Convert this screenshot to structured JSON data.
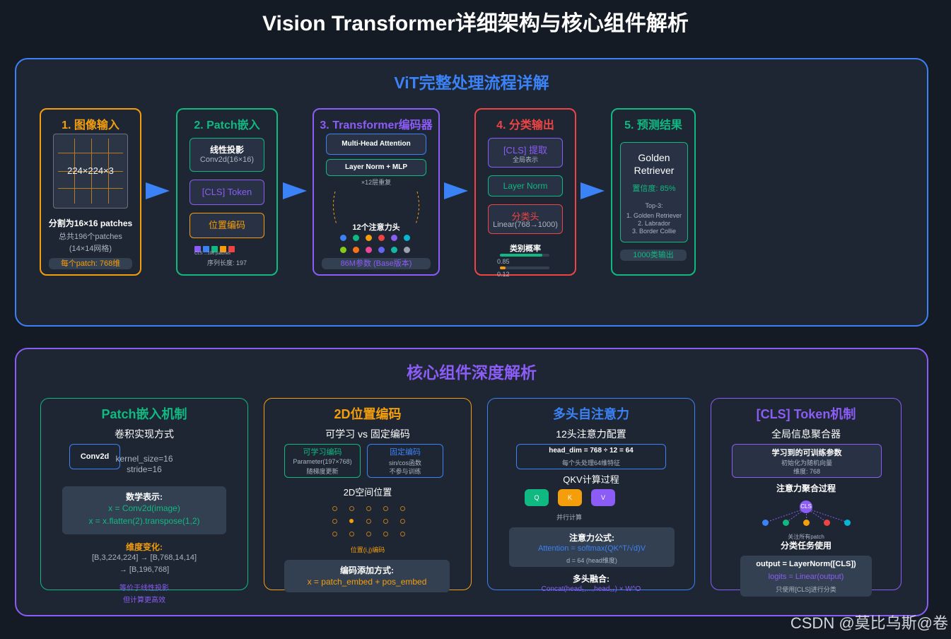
{
  "title": "Vision Transformer详细架构与核心组件解析",
  "watermark": "CSDN @莫比乌斯@卷",
  "pipeline": {
    "title": "ViT完整处理流程详解",
    "step1": {
      "title": "1. 图像输入",
      "image_label": "224×224×3",
      "split": "分割为16×16 patches",
      "total": "总共196个patches",
      "grid": "(14×14网格)",
      "footer": "每个patch: 768维"
    },
    "step2": {
      "title": "2. Patch嵌入",
      "proj_title": "线性投影",
      "proj_sub": "Conv2d(16×16)",
      "cls": "[CLS] Token",
      "pos": "位置编码",
      "seq_tiny": "CLS ...196 patches",
      "seq_len": "序列长度: 197"
    },
    "step3": {
      "title": "3. Transformer编码器",
      "mha": "Multi-Head Attention",
      "ln_mlp": "Layer Norm + MLP",
      "repeat": "×12层重复",
      "heads": "12个注意力头",
      "footer": "86M参数 (Base版本)"
    },
    "step4": {
      "title": "4. 分类输出",
      "cls_title": "[CLS] 提取",
      "cls_sub": "全局表示",
      "ln": "Layer Norm",
      "head_title": "分类头",
      "head_sub": "Linear(768→1000)",
      "prob_title": "类别概率",
      "prob1": "0.85",
      "prob2": "0.12"
    },
    "step5": {
      "title": "5. 预测结果",
      "class_name": "Golden Retriever",
      "confidence": "置信度: 85%",
      "top": "Top-3:",
      "top1": "1. Golden Retriever",
      "top2": "2. Labrador",
      "top3": "3. Border Collie",
      "footer": "1000类输出"
    }
  },
  "components": {
    "title": "核心组件深度解析",
    "patch": {
      "title": "Patch嵌入机制",
      "subtitle": "卷积实现方式",
      "conv": "Conv2d",
      "kernel": "kernel_size=16",
      "stride": "stride=16",
      "math_title": "数学表示:",
      "math1": "x = Conv2d(image)",
      "math2": "x = x.flatten(2).transpose(1,2)",
      "dim_title": "维度变化:",
      "dim1": "[B,3,224,224] → [B,768,14,14]",
      "dim2": "→ [B,196,768]",
      "note1": "等价于线性投影",
      "note2": "但计算更高效"
    },
    "pos": {
      "title": "2D位置编码",
      "subtitle": "可学习 vs 固定编码",
      "learn_title": "可学习编码",
      "learn1": "Parameter(197×768)",
      "learn2": "随梯度更新",
      "fixed_title": "固定编码",
      "fixed1": "sin/cos函数",
      "fixed2": "不参与训练",
      "space_title": "2D空间位置",
      "pos_label": "位置(i,j)编码",
      "add_title": "编码添加方式:",
      "add_formula": "x = patch_embed + pos_embed"
    },
    "mhsa": {
      "title": "多头自注意力",
      "subtitle": "12头注意力配置",
      "hd1": "head_dim = 768 ÷ 12 = 64",
      "hd2": "每个头处理64维特征",
      "qkv_title": "QKV计算过程",
      "q": "Q",
      "k": "K",
      "v": "V",
      "parallel": "并行计算",
      "formula_title": "注意力公式:",
      "formula": "Attention = softmax(QK^T/√d)V",
      "formula_sub": "d = 64 (head维度)",
      "fusion_title": "多头融合:",
      "fusion": "Concat(head₁,...,head₁₂) × W^O"
    },
    "cls": {
      "title": "[CLS] Token机制",
      "subtitle": "全局信息聚合器",
      "learn_title": "学习到的可训练参数",
      "learn1": "初始化为随机向量",
      "learn2": "维度: 768",
      "agg_title": "注意力聚合过程",
      "cls_node": "CLS",
      "attend": "关注所有patch",
      "use_title": "分类任务使用",
      "out1": "output = LayerNorm([CLS])",
      "out2": "logits = Linear(output)",
      "out3": "只使用[CLS]进行分类"
    }
  },
  "colors": {
    "orange": "#f59e0b",
    "green": "#10b981",
    "purple": "#8b5cf6",
    "red": "#ef4444",
    "blue": "#3b82f6",
    "bg": "#141b25",
    "panel": "#1e2633"
  }
}
